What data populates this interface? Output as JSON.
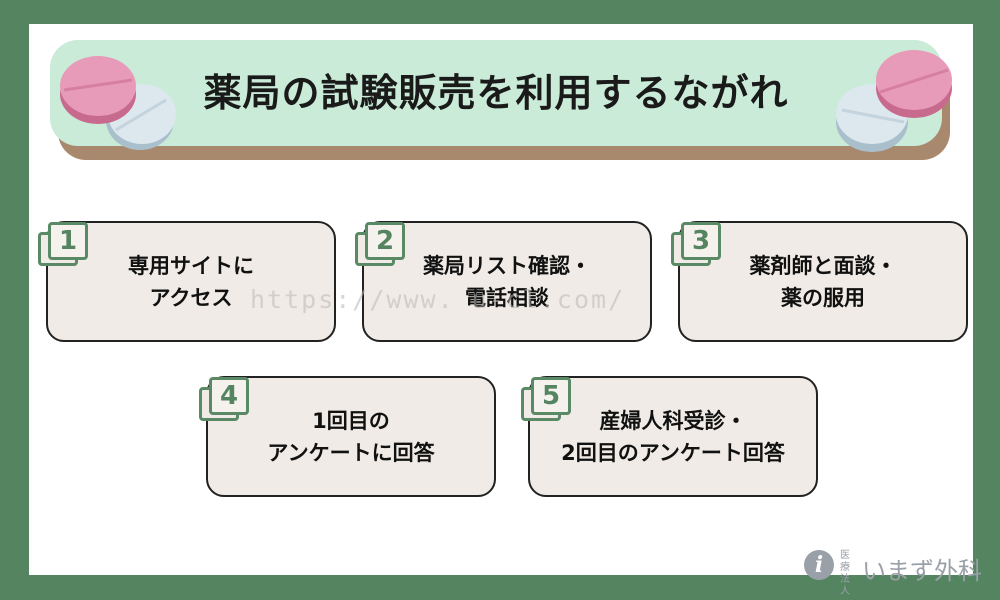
{
  "title": "薬局の試験販売を利用するながれ",
  "steps": [
    {
      "number": "1",
      "lines": [
        "専用サイトに",
        "アクセス"
      ]
    },
    {
      "number": "2",
      "lines": [
        "薬局リスト確認・",
        "電話相談"
      ]
    },
    {
      "number": "3",
      "lines": [
        "薬剤師と面談・",
        "薬の服用"
      ]
    },
    {
      "number": "4",
      "lines": [
        "1回目の",
        "アンケートに回答"
      ]
    },
    {
      "number": "5",
      "lines": [
        "産婦人科受診・",
        "2回目のアンケート回答"
      ]
    }
  ],
  "watermark": "https://www.       u-cl.com/",
  "logo": {
    "mark": "i",
    "small_top": "医療",
    "small_bottom": "法人",
    "name": "いまず外科"
  },
  "colors": {
    "frame": "#548560",
    "banner": "#c9ebd7",
    "banner_shadow": "#a9896e",
    "card": "#f0ebe6",
    "badge": "#5a8a65"
  }
}
